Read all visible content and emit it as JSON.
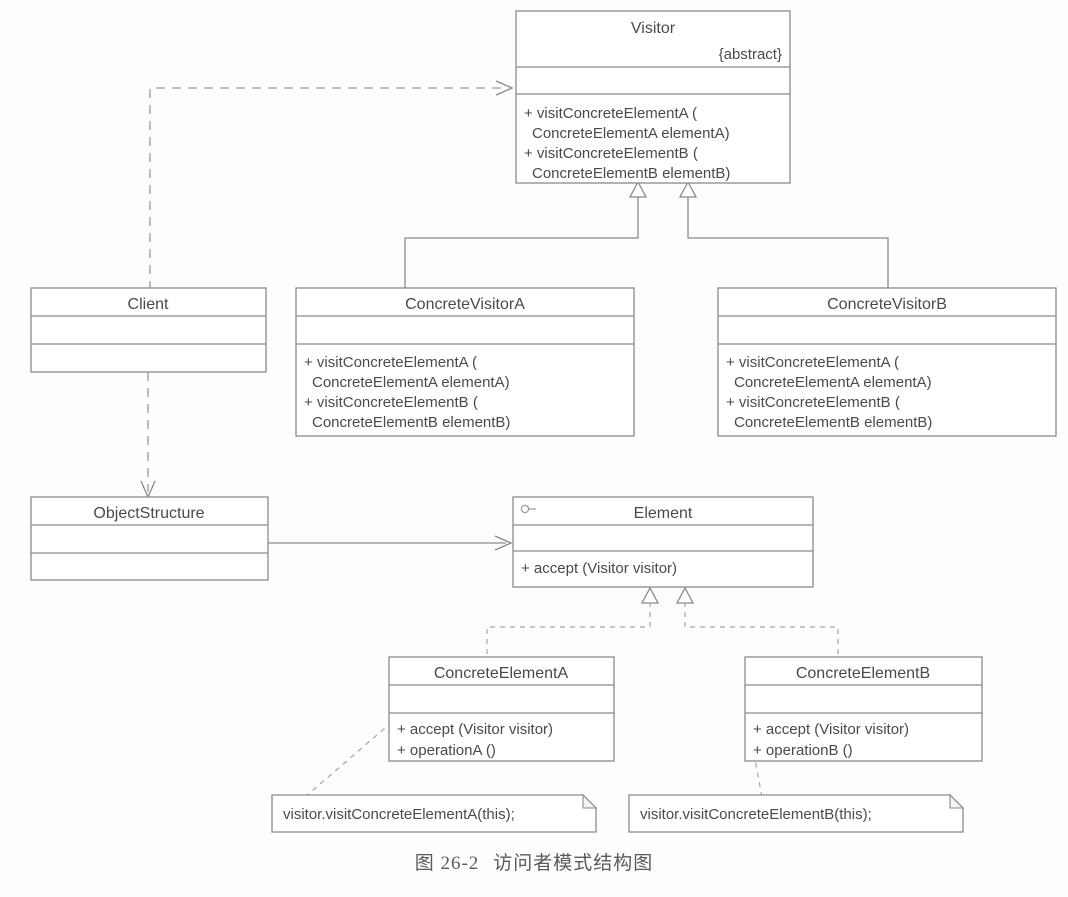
{
  "diagram": {
    "title": "Visitor Pattern Structure (UML Class Diagram)",
    "caption_number": "图 26-2",
    "caption_text": "访问者模式结构图",
    "colors": {
      "stroke": "#8a8a8a",
      "text": "#4a4a4a",
      "background": "#fdfdfc",
      "box_fill": "#ffffff"
    },
    "classes": {
      "visitor": {
        "name": "Visitor",
        "stereotype": "{abstract}",
        "attributes": [],
        "methods": [
          "+ visitConcreteElementA (",
          "ConcreteElementA elementA)",
          "+ visitConcreteElementB (",
          "ConcreteElementB elementB)"
        ]
      },
      "client": {
        "name": "Client",
        "attributes": [],
        "methods": []
      },
      "concrete_visitor_a": {
        "name": "ConcreteVisitorA",
        "attributes": [],
        "methods": [
          "+ visitConcreteElementA (",
          "ConcreteElementA elementA)",
          "+ visitConcreteElementB (",
          "ConcreteElementB elementB)"
        ]
      },
      "concrete_visitor_b": {
        "name": "ConcreteVisitorB",
        "attributes": [],
        "methods": [
          "+ visitConcreteElementA (",
          "ConcreteElementA elementA)",
          "+ visitConcreteElementB (",
          "ConcreteElementB elementB)"
        ]
      },
      "object_structure": {
        "name": "ObjectStructure",
        "attributes": [],
        "methods": []
      },
      "element": {
        "name": "Element",
        "icon": "interface-lollipop-icon",
        "attributes": [],
        "methods": [
          "+ accept (Visitor visitor)"
        ]
      },
      "concrete_element_a": {
        "name": "ConcreteElementA",
        "attributes": [],
        "methods": [
          "+ accept (Visitor visitor)",
          "+ operationA ()"
        ]
      },
      "concrete_element_b": {
        "name": "ConcreteElementB",
        "attributes": [],
        "methods": [
          "+ accept (Visitor visitor)",
          "+ operationB ()"
        ]
      }
    },
    "notes": {
      "note_a": "visitor.visitConcreteElementA(this);",
      "note_b": "visitor.visitConcreteElementB(this);"
    },
    "relationships": [
      {
        "from": "Client",
        "to": "Visitor",
        "type": "dependency",
        "style": "dashed-open-arrow"
      },
      {
        "from": "Client",
        "to": "ObjectStructure",
        "type": "dependency",
        "style": "dashed-open-arrow"
      },
      {
        "from": "ConcreteVisitorA",
        "to": "Visitor",
        "type": "generalization",
        "style": "solid-hollow-triangle"
      },
      {
        "from": "ConcreteVisitorB",
        "to": "Visitor",
        "type": "generalization",
        "style": "solid-hollow-triangle"
      },
      {
        "from": "ObjectStructure",
        "to": "Element",
        "type": "association",
        "style": "solid-open-arrow"
      },
      {
        "from": "ConcreteElementA",
        "to": "Element",
        "type": "realization",
        "style": "dashed-hollow-triangle"
      },
      {
        "from": "ConcreteElementB",
        "to": "Element",
        "type": "realization",
        "style": "dashed-hollow-triangle"
      },
      {
        "from": "note_a",
        "to": "ConcreteElementA.accept",
        "type": "note-anchor",
        "style": "dashed-line"
      },
      {
        "from": "note_b",
        "to": "ConcreteElementB.accept",
        "type": "note-anchor",
        "style": "dashed-line"
      }
    ]
  }
}
